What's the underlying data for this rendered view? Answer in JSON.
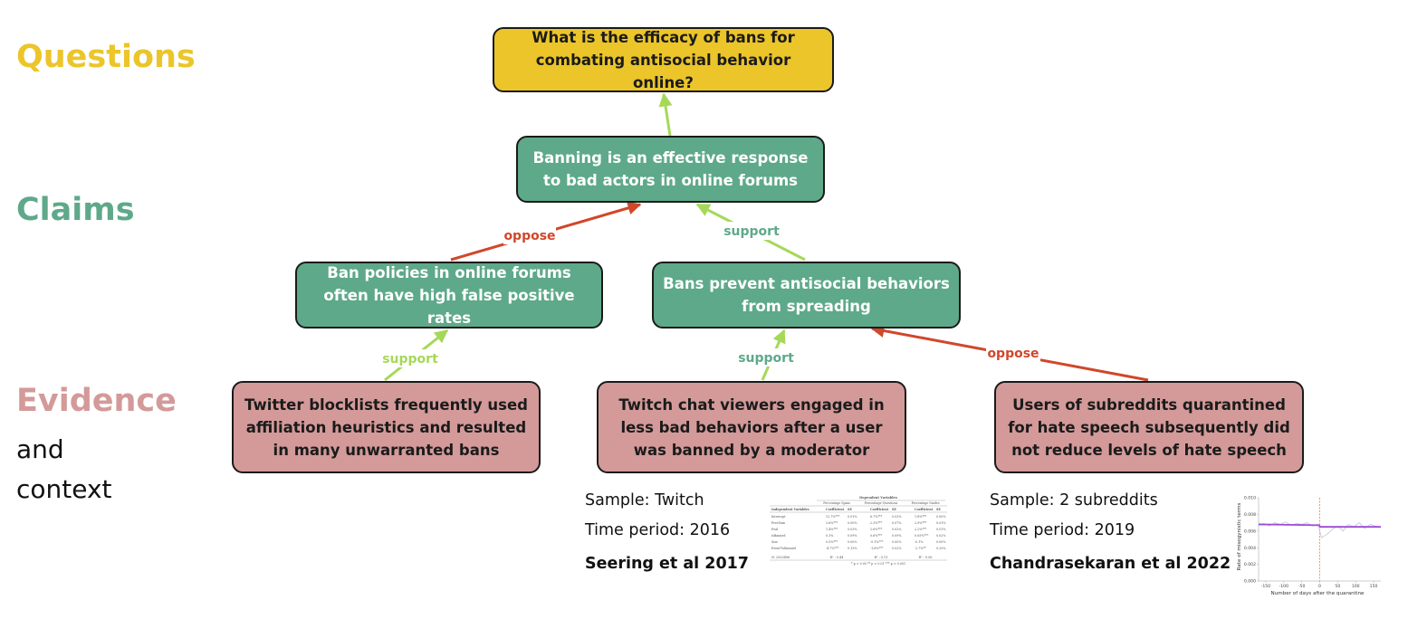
{
  "side_labels": {
    "questions": "Questions",
    "claims": "Claims",
    "evidence": "Evidence",
    "and": "and",
    "context": "context"
  },
  "colors": {
    "question": "#ebc52a",
    "claim": "#5ea98a",
    "evidence": "#d39a99",
    "support": "#a6d858",
    "oppose": "#d0472a"
  },
  "nodes": {
    "question": "What is the efficacy of bans for combating antisocial behavior online?",
    "claim_main": "Banning is an effective response to bad actors in online forums",
    "claim_false_positive": "Ban policies in online forums often have high false positive rates",
    "claim_prevent": "Bans prevent antisocial behaviors from spreading",
    "evidence_twitter": "Twitter blocklists frequently used affiliation heuristics and resulted in many unwarranted bans",
    "evidence_twitch": "Twitch chat viewers engaged in less bad behaviors after a user was banned by a moderator",
    "evidence_reddit": "Users of subreddits quarantined for hate speech subsequently did not reduce levels of hate speech"
  },
  "edge_labels": {
    "oppose_1": "oppose",
    "support_1": "support",
    "support_2": "support",
    "support_3": "support",
    "oppose_2": "oppose"
  },
  "context": {
    "twitch": {
      "sample": "Sample: Twitch",
      "period": "Time period: 2016",
      "citation": "Seering et al 2017"
    },
    "reddit": {
      "sample": "Sample: 2 subreddits",
      "period": "Time period: 2019",
      "citation": "Chandrasekaran et al 2022"
    }
  },
  "thumb_table": {
    "title": "Dependent Variables",
    "groups": [
      "Percentage Spam",
      "Percentage Questions",
      "Percentage Smiles"
    ],
    "headers": [
      "Independent Variables",
      "Coefficient",
      "SE",
      "Coefficient",
      "SE",
      "Coefficient",
      "SE"
    ],
    "rows": [
      [
        "Intercept",
        "12.7%***",
        "0.01%",
        "6.7%***",
        "0.03%",
        "1.8%***",
        "0.00%"
      ],
      [
        "PrevSum",
        "3.6%***",
        "0.00%",
        "2.3%***",
        "0.07%",
        "2.9%***",
        "0.01%"
      ],
      [
        "Eval",
        "1.4%***",
        "0.03%",
        "2.6%***",
        "0.02%",
        "2.2%***",
        "0.01%"
      ],
      [
        "isBanned",
        "0.3%",
        "0.09%",
        "0.6%***",
        "0.09%",
        "0.05%***",
        "0.02%"
      ],
      [
        "Size",
        "0.5%***",
        "0.00%",
        "-0.1%***",
        "0.00%",
        "-0.1%",
        "0.00%"
      ],
      [
        "Event*isBanned",
        "-4.7%***",
        "0.13%",
        "-1.6%***",
        "0.02%",
        "-2.7%**",
        "0.20%"
      ]
    ],
    "footer_n": "N: 2003496",
    "r2": [
      "R² : 0.44",
      "R² : 0.11",
      "R² : 0.56"
    ],
    "sig_note": "* p < 0.05 ** p < 0.01 *** p < 0.001"
  },
  "thumb_chart": {
    "ylabel": "Rate of misogynistic terms",
    "xlabel": "Number of days after the quarantine",
    "y_ticks": [
      "0.010",
      "0.008",
      "0.006",
      "0.004",
      "0.002",
      "0.000"
    ],
    "x_ticks": [
      "-150",
      "-100",
      "-50",
      "0",
      "50",
      "100",
      "150"
    ]
  },
  "chart_data": {
    "type": "line",
    "xlabel": "Number of days after the quarantine",
    "ylabel": "Rate of misogynistic terms",
    "xlim": [
      -170,
      170
    ],
    "ylim": [
      0,
      0.01
    ],
    "x_ticks": [
      -150,
      -100,
      -50,
      0,
      50,
      100,
      150
    ],
    "y_ticks": [
      0.0,
      0.002,
      0.004,
      0.006,
      0.008,
      0.01
    ],
    "quarantine_x": 0,
    "series": [
      {
        "x": [
          -170,
          -155,
          -140,
          -125,
          -110,
          -95,
          -80,
          -65,
          -50,
          -35,
          -20,
          -5,
          5,
          20,
          35,
          50,
          65,
          80,
          95,
          110,
          125,
          140,
          155,
          170
        ],
        "values": [
          0.0067,
          0.0069,
          0.0066,
          0.007,
          0.0068,
          0.0071,
          0.0067,
          0.0069,
          0.0068,
          0.007,
          0.0066,
          0.0068,
          0.0052,
          0.0056,
          0.0062,
          0.0066,
          0.006,
          0.0068,
          0.0065,
          0.007,
          0.0063,
          0.0068,
          0.0066,
          0.0064
        ]
      },
      {
        "x": [
          -170,
          -2,
          2,
          170
        ],
        "values": [
          0.0068,
          0.0067,
          0.0065,
          0.0065
        ]
      }
    ]
  }
}
